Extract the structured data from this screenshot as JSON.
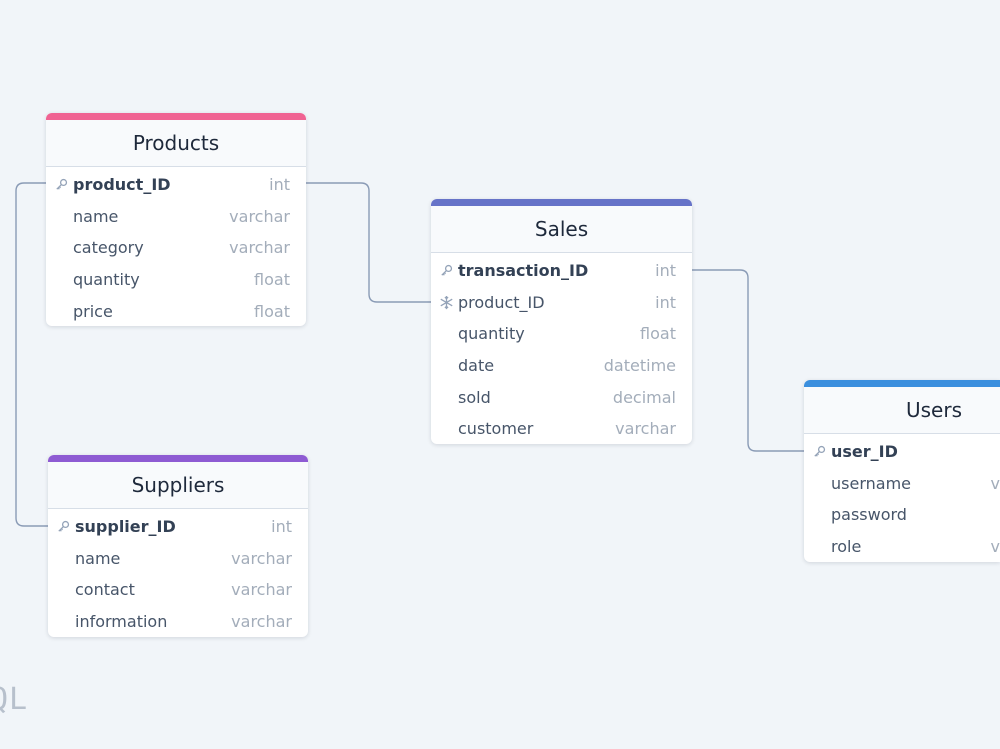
{
  "colors": {
    "background": "#f1f5f9",
    "connector": "#8a9bb6",
    "products_accent": "#f06292",
    "sales_accent": "#6673c8",
    "suppliers_accent": "#8e5bd3",
    "users_accent": "#3b8fde"
  },
  "tables": {
    "products": {
      "title": "Products",
      "fields": [
        {
          "name": "product_ID",
          "type": "int",
          "key": "primary",
          "icon": "key-icon"
        },
        {
          "name": "name",
          "type": "varchar"
        },
        {
          "name": "category",
          "type": "varchar"
        },
        {
          "name": "quantity",
          "type": "float"
        },
        {
          "name": "price",
          "type": "float"
        }
      ]
    },
    "sales": {
      "title": "Sales",
      "fields": [
        {
          "name": "transaction_ID",
          "type": "int",
          "key": "primary",
          "icon": "key-icon"
        },
        {
          "name": "product_ID",
          "type": "int",
          "key": "foreign",
          "icon": "snowflake-icon"
        },
        {
          "name": "quantity",
          "type": "float"
        },
        {
          "name": "date",
          "type": "datetime"
        },
        {
          "name": "sold",
          "type": "decimal"
        },
        {
          "name": "customer",
          "type": "varchar"
        }
      ]
    },
    "suppliers": {
      "title": "Suppliers",
      "fields": [
        {
          "name": "supplier_ID",
          "type": "int",
          "key": "primary",
          "icon": "key-icon"
        },
        {
          "name": "name",
          "type": "varchar"
        },
        {
          "name": "contact",
          "type": "varchar"
        },
        {
          "name": "information",
          "type": "varchar"
        }
      ]
    },
    "users": {
      "title": "Users",
      "fields": [
        {
          "name": "user_ID",
          "type": "",
          "key": "primary",
          "icon": "key-icon"
        },
        {
          "name": "username",
          "type": "v"
        },
        {
          "name": "password",
          "type": ""
        },
        {
          "name": "role",
          "type": "v"
        }
      ]
    }
  },
  "relationships": [
    {
      "from": "products.product_ID",
      "to": "sales.product_ID"
    },
    {
      "from": "products.product_ID",
      "to": "suppliers.supplier_ID"
    },
    {
      "from": "sales.transaction_ID",
      "to": "users.user_ID"
    }
  ],
  "footer": {
    "partial_text": "QL"
  }
}
